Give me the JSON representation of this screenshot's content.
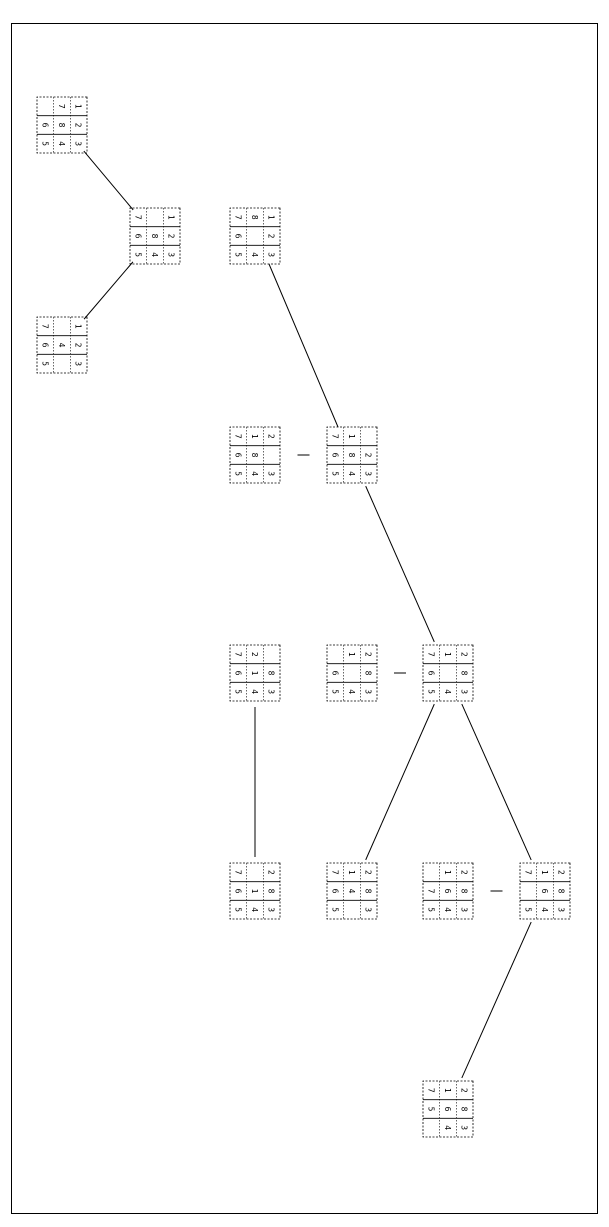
{
  "style": {
    "line_color": "#000000",
    "background": "#ffffff"
  },
  "nodes": [
    {
      "id": "root",
      "grid": [
        [
          "1",
          "2",
          "3"
        ],
        [
          "",
          "8",
          "4"
        ],
        [
          "7",
          "6",
          "5"
        ]
      ],
      "partner": [
        [
          "1",
          "2",
          "3"
        ],
        [
          "8",
          "",
          "4"
        ],
        [
          "7",
          "6",
          "5"
        ]
      ]
    },
    {
      "id": "top",
      "grid": [
        [
          "1",
          "2",
          "3"
        ],
        [
          "7",
          "8",
          "4"
        ],
        [
          "",
          "6",
          "5"
        ]
      ]
    },
    {
      "id": "bottom",
      "grid": [
        [
          "1",
          "2",
          "3"
        ],
        [
          "",
          "4",
          ""
        ],
        [
          "7",
          "6",
          "5"
        ]
      ]
    },
    {
      "id": "n1",
      "grid": [
        [
          "",
          "2",
          "3"
        ],
        [
          "1",
          "8",
          "4"
        ],
        [
          "7",
          "6",
          "5"
        ]
      ],
      "partner": [
        [
          "2",
          "",
          "3"
        ],
        [
          "1",
          "8",
          "4"
        ],
        [
          "7",
          "6",
          "5"
        ]
      ]
    },
    {
      "id": "n2",
      "grid": [
        [
          "2",
          "8",
          "3"
        ],
        [
          "1",
          "",
          "4"
        ],
        [
          "7",
          "6",
          "5"
        ]
      ],
      "partner": [
        [
          "2",
          "8",
          "3"
        ],
        [
          "1",
          "",
          "4"
        ],
        [
          "",
          "6",
          "5"
        ]
      ]
    },
    {
      "id": "n2b",
      "grid": [
        [
          "",
          "8",
          "3"
        ],
        [
          "2",
          "1",
          "4"
        ],
        [
          "7",
          "6",
          "5"
        ]
      ]
    },
    {
      "id": "n3a",
      "grid": [
        [
          "2",
          "8",
          "3"
        ],
        [
          "",
          "1",
          "4"
        ],
        [
          "7",
          "6",
          "5"
        ]
      ]
    },
    {
      "id": "n3b",
      "grid": [
        [
          "2",
          "8",
          "3"
        ],
        [
          "1",
          "4",
          ""
        ],
        [
          "7",
          "6",
          "5"
        ]
      ]
    },
    {
      "id": "n3c",
      "grid": [
        [
          "2",
          "8",
          "3"
        ],
        [
          "1",
          "6",
          "4"
        ],
        [
          "7",
          "",
          "5"
        ]
      ],
      "partner": [
        [
          "2",
          "8",
          "3"
        ],
        [
          "1",
          "6",
          "4"
        ],
        [
          "",
          "7",
          "5"
        ]
      ]
    },
    {
      "id": "n4",
      "grid": [
        [
          "2",
          "8",
          "3"
        ],
        [
          "1",
          "6",
          "4"
        ],
        [
          "7",
          "5",
          ""
        ]
      ]
    }
  ],
  "dashes": [
    "n1",
    "n2",
    "n2b",
    "n3c"
  ]
}
